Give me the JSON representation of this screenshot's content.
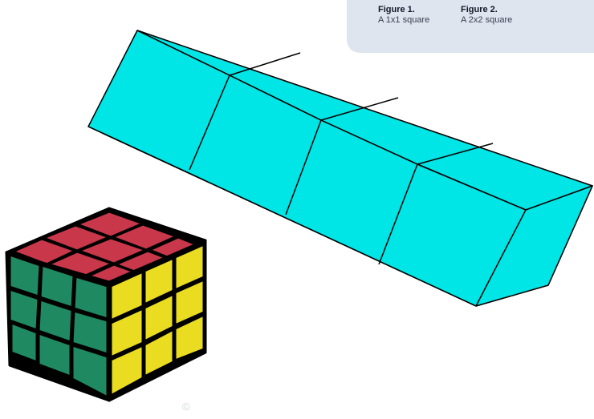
{
  "captions": [
    {
      "title": "Figure 1.",
      "text": "A 1x1 square"
    },
    {
      "title": "Figure 2.",
      "text": "A 2x2 square"
    }
  ],
  "colors": {
    "prism_face": "#00e5e5",
    "edge": "#000000",
    "panel_bg": "#dfe5ef",
    "cube_red": "#c9374a",
    "cube_green": "#1f8a62",
    "cube_yellow": "#eadc20"
  },
  "icons": {
    "watermark": "copyright-mark-icon"
  },
  "watermark": "©"
}
